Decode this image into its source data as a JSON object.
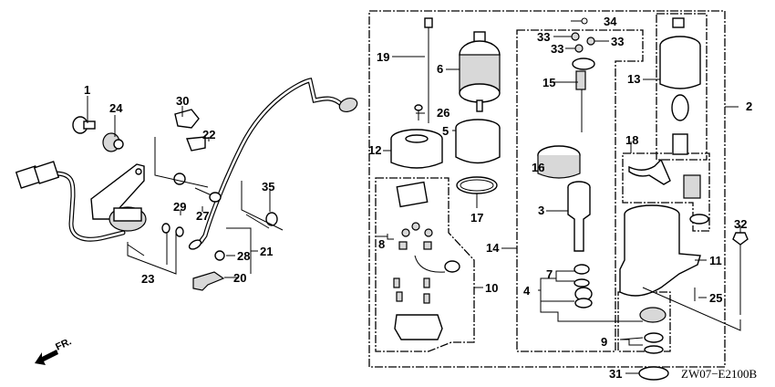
{
  "diagram": {
    "title_code": "ZW07−E2100B",
    "direction_indicator": "FR.",
    "callouts": {
      "c1": "1",
      "c2": "2",
      "c3": "3",
      "c4": "4",
      "c5": "5",
      "c6": "6",
      "c7": "7",
      "c8": "8",
      "c9": "9",
      "c10": "10",
      "c11": "11",
      "c12": "12",
      "c13": "13",
      "c14": "14",
      "c15": "15",
      "c16": "16",
      "c17": "17",
      "c18": "18",
      "c19": "19",
      "c20": "20",
      "c21": "21",
      "c22": "22",
      "c23": "23",
      "c24": "24",
      "c25": "25",
      "c26": "26",
      "c27": "27",
      "c28": "28",
      "c29": "29",
      "c30": "30",
      "c31": "31",
      "c32": "32",
      "c33a": "33",
      "c33b": "33",
      "c33c": "33",
      "c34": "34",
      "c35": "35"
    }
  }
}
